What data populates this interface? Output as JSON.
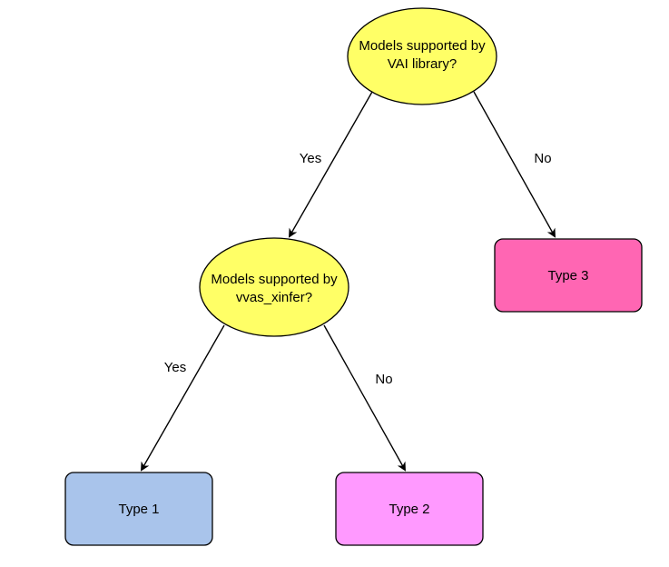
{
  "nodes": {
    "vai_decision": {
      "line1": "Models supported by",
      "line2": "VAI library?",
      "fill": "#ffff66"
    },
    "vvas_decision": {
      "line1": "Models supported by",
      "line2": "vvas_xinfer?",
      "fill": "#ffff66"
    },
    "type1": {
      "label": "Type 1",
      "fill": "#a9c4eb"
    },
    "type2": {
      "label": "Type 2",
      "fill": "#ff99ff"
    },
    "type3": {
      "label": "Type 3",
      "fill": "#ff66b3"
    }
  },
  "edges": {
    "vai_yes": "Yes",
    "vai_no": "No",
    "vvas_yes": "Yes",
    "vvas_no": "No"
  },
  "colors": {
    "stroke": "#000000"
  }
}
